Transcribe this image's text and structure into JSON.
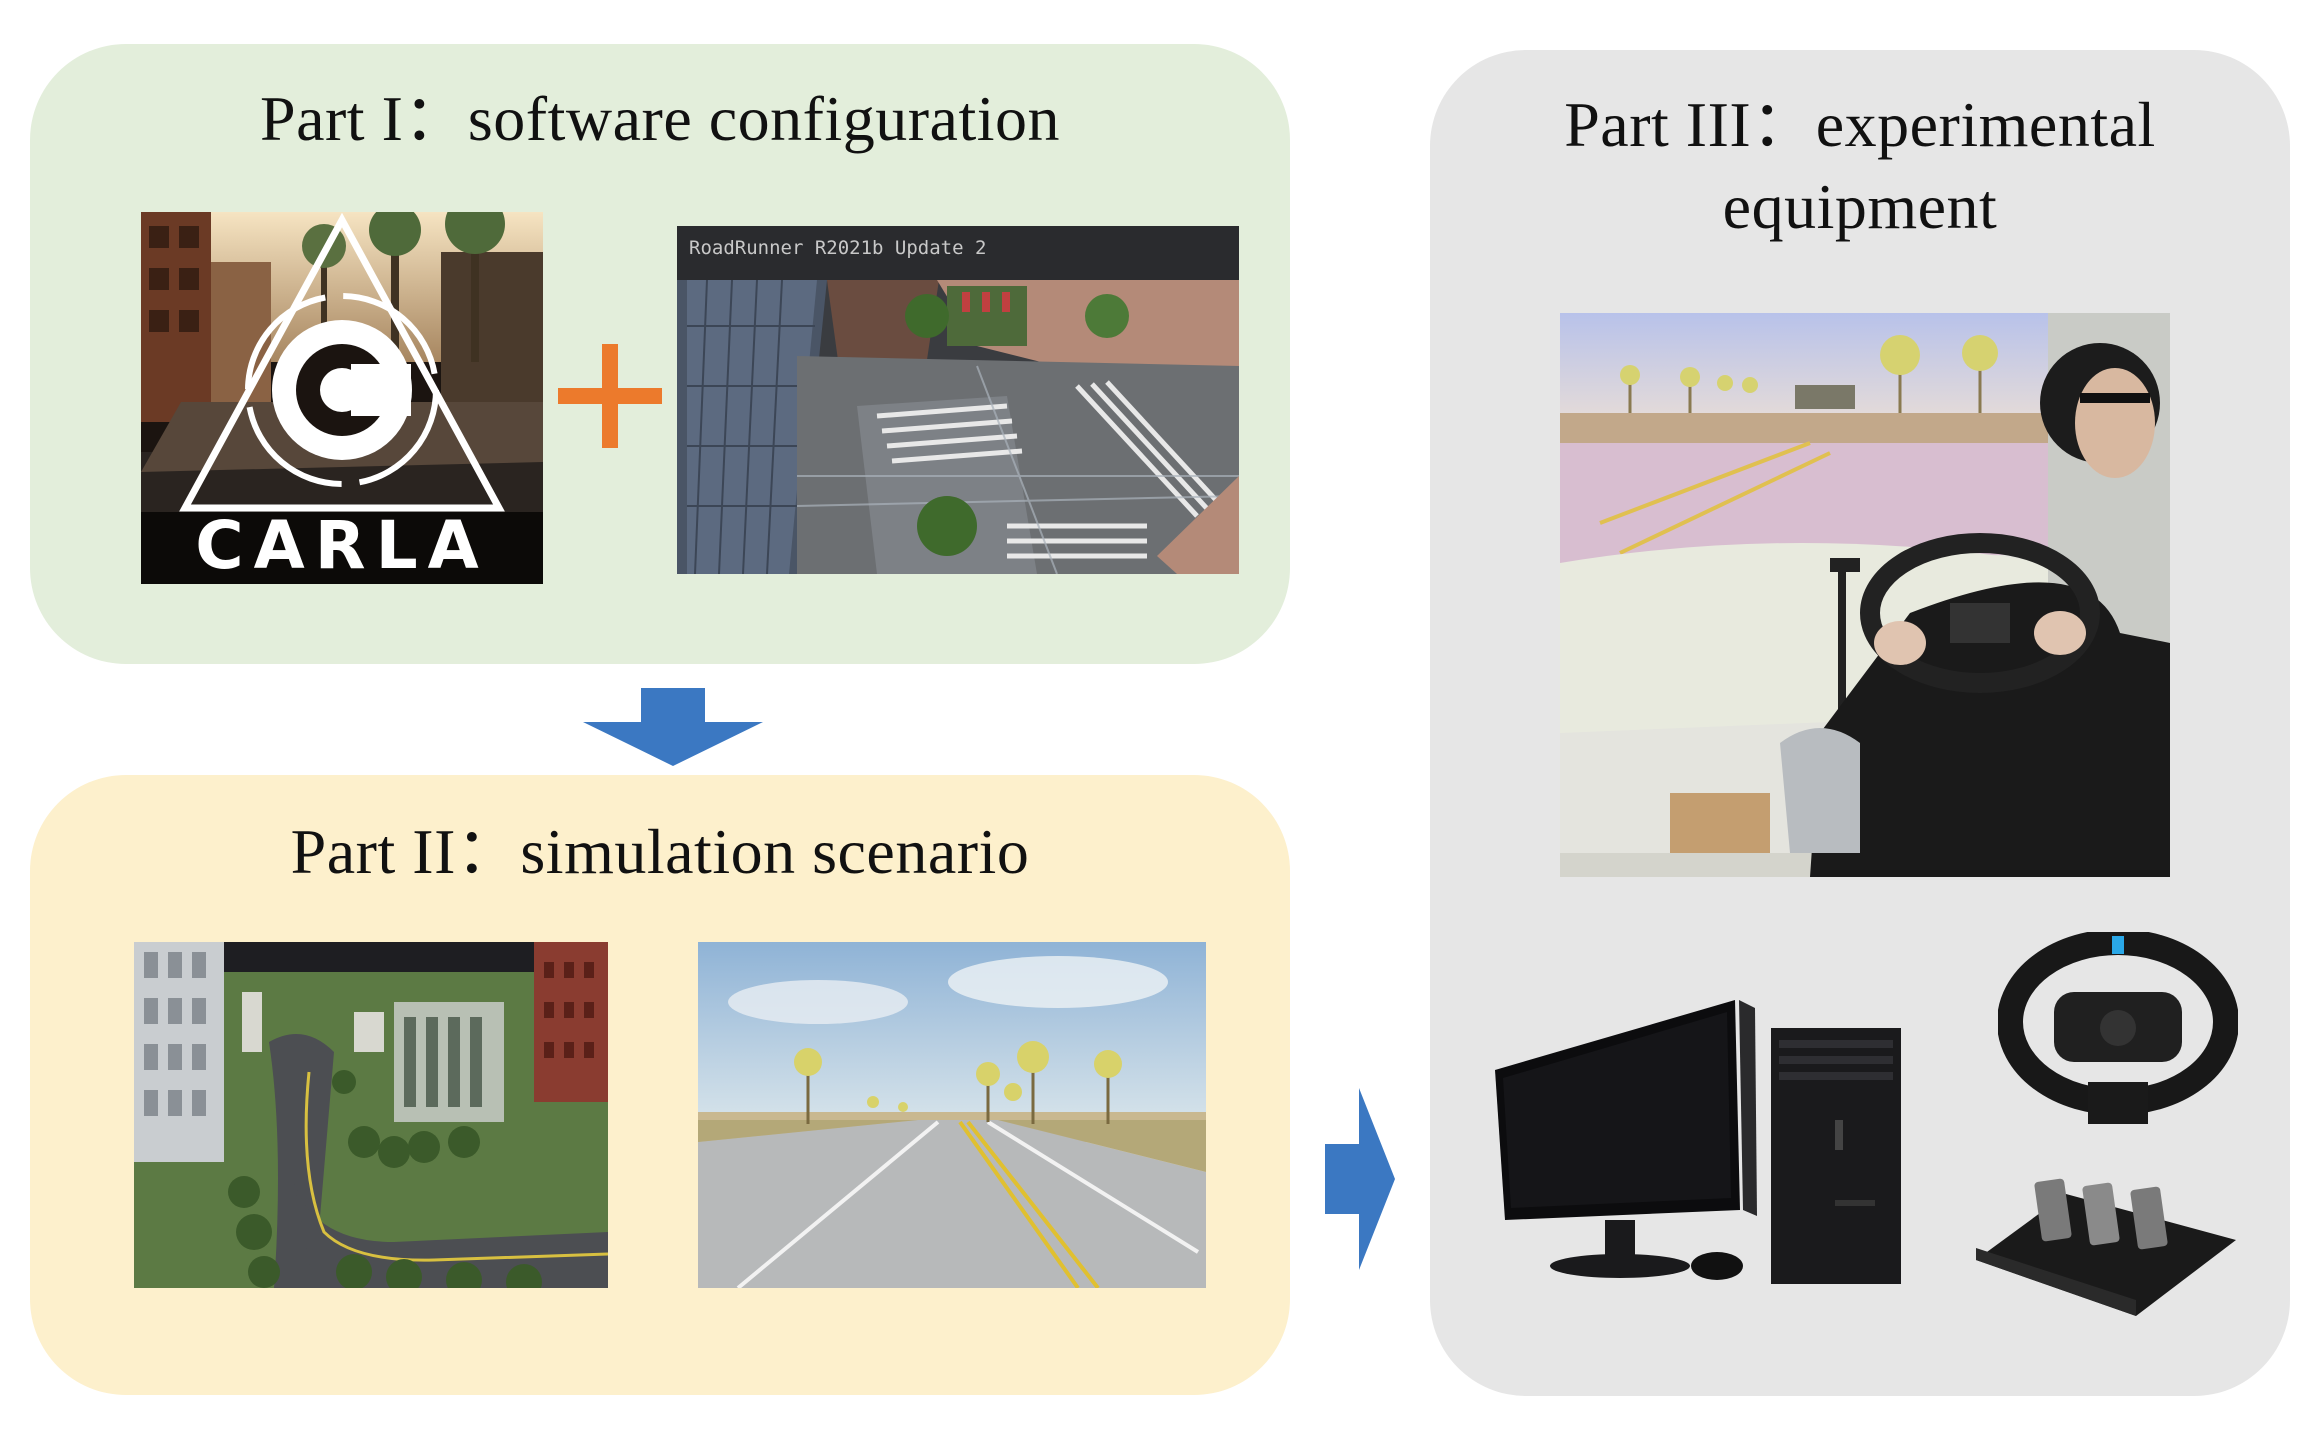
{
  "colors": {
    "part1_bg": "#e3eedb",
    "part2_bg": "#fdf0cc",
    "part3_bg": "#e6e6e6",
    "arrow": "#3b78c2",
    "plus": "#ec7a2c"
  },
  "part1": {
    "title": "Part I：software configuration",
    "carla_logo_text": "CARLA",
    "plus_symbol": "+",
    "roadrunner_window_title": "RoadRunner R2021b Update 2"
  },
  "part2": {
    "title": "Part II：simulation scenario"
  },
  "part3": {
    "title": "Part III：experimental equipment"
  },
  "icons": [
    "down-arrow-icon",
    "right-arrow-icon",
    "plus-icon"
  ]
}
